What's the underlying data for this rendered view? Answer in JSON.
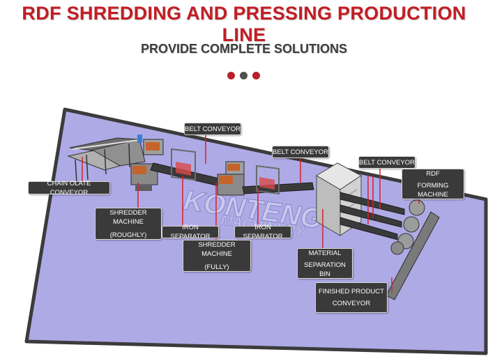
{
  "header": {
    "title": "RDF SHREDDING AND PRESSING PRODUCTION LINE",
    "subtitle": "PROVIDE COMPLETE SOLUTIONS",
    "dot_colors": [
      "#b8202a",
      "#505050",
      "#b8202a"
    ]
  },
  "watermark": {
    "brand": "KONTENG",
    "sub": "MACHINERY"
  },
  "colors": {
    "floor": "#aeaae6",
    "floor_border": "#3b3b3b",
    "leader_line": "#d8202a",
    "callout_bg": "#3a3a3a"
  },
  "callouts": {
    "belt_conveyor_1": "BELT CONVEYOR",
    "belt_conveyor_2": "BELT CONVEYOR",
    "belt_conveyor_3": "BELT CONVEYOR",
    "rdf_forming_line1": "RDF",
    "rdf_forming_line2": "FORMING MACHINE",
    "chain_plate_conveyor": "CHAIN OLATE CONVEYOR",
    "shredder_rough_line1": "SHREDDER MACHINE",
    "shredder_rough_line2": "(ROUGHLY)",
    "iron_separator_1": "IRON SEPARATOR",
    "iron_separator_2": "IRON SEPARATOR",
    "shredder_fully_line1": "SHREDDER MACHINE",
    "shredder_fully_line2": "(FULLY)",
    "separation_bin_line1": "MATERIAL",
    "separation_bin_line2": "SEPARATION BIN",
    "finished_conveyor_line1": "FINISHED PRODUCT",
    "finished_conveyor_line2": "CONVEYOR"
  }
}
